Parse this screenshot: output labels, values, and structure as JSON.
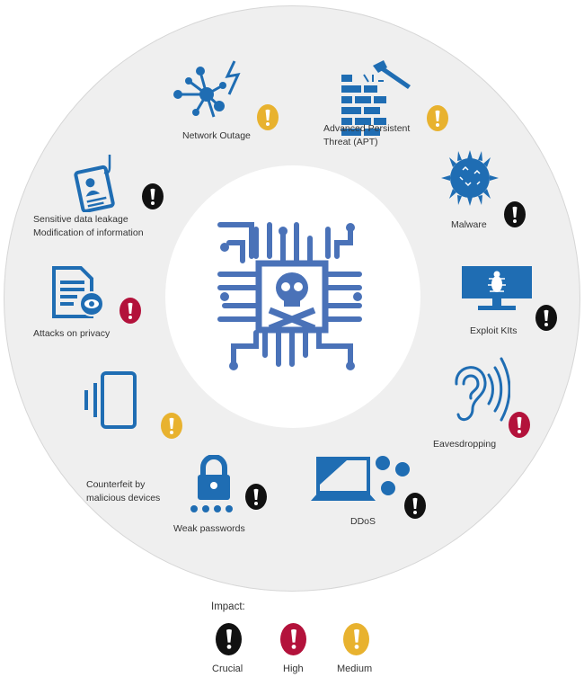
{
  "threats": [
    {
      "name": "network-outage",
      "label": "Network Outage",
      "impact": "medium",
      "icon": "network-lightning-icon"
    },
    {
      "name": "apt",
      "label_line1": "Advanced Persistent",
      "label_line2": "Threat (APT)",
      "impact": "medium",
      "icon": "brick-wall-hammer-icon"
    },
    {
      "name": "malware",
      "label": "Malware",
      "impact": "crucial",
      "icon": "virus-icon"
    },
    {
      "name": "exploit-kits",
      "label": "Exploit KIts",
      "impact": "crucial",
      "icon": "monitor-bug-icon"
    },
    {
      "name": "eavesdropping",
      "label": "Eavesdropping",
      "impact": "high",
      "icon": "ear-icon"
    },
    {
      "name": "ddos",
      "label": "DDoS",
      "impact": "crucial",
      "icon": "laptop-viruses-icon"
    },
    {
      "name": "weak-passwords",
      "label": "Weak passwords",
      "impact": "crucial",
      "icon": "padlock-icon"
    },
    {
      "name": "counterfeit",
      "label_line1": "Counterfeit by",
      "label_line2": "malicious devices",
      "impact": "medium",
      "icon": "device-icon"
    },
    {
      "name": "attacks-on-privacy",
      "label": "Attacks on privacy",
      "impact": "high",
      "icon": "document-eye-icon"
    },
    {
      "name": "sensitive-data",
      "label_line1": "Sensitive data leakage",
      "label_line2": "Modification of information",
      "impact": "crucial",
      "icon": "phishing-id-card-icon"
    }
  ],
  "legend": {
    "title": "Impact:",
    "items": [
      {
        "label": "Crucial",
        "color": "#111111"
      },
      {
        "label": "High",
        "color": "#b3123b"
      },
      {
        "label": "Medium",
        "color": "#e8b22f"
      }
    ]
  },
  "colors": {
    "icon_blue": "#1f6db3",
    "center_blue": "#4a72b8",
    "ring": "#efefef"
  }
}
